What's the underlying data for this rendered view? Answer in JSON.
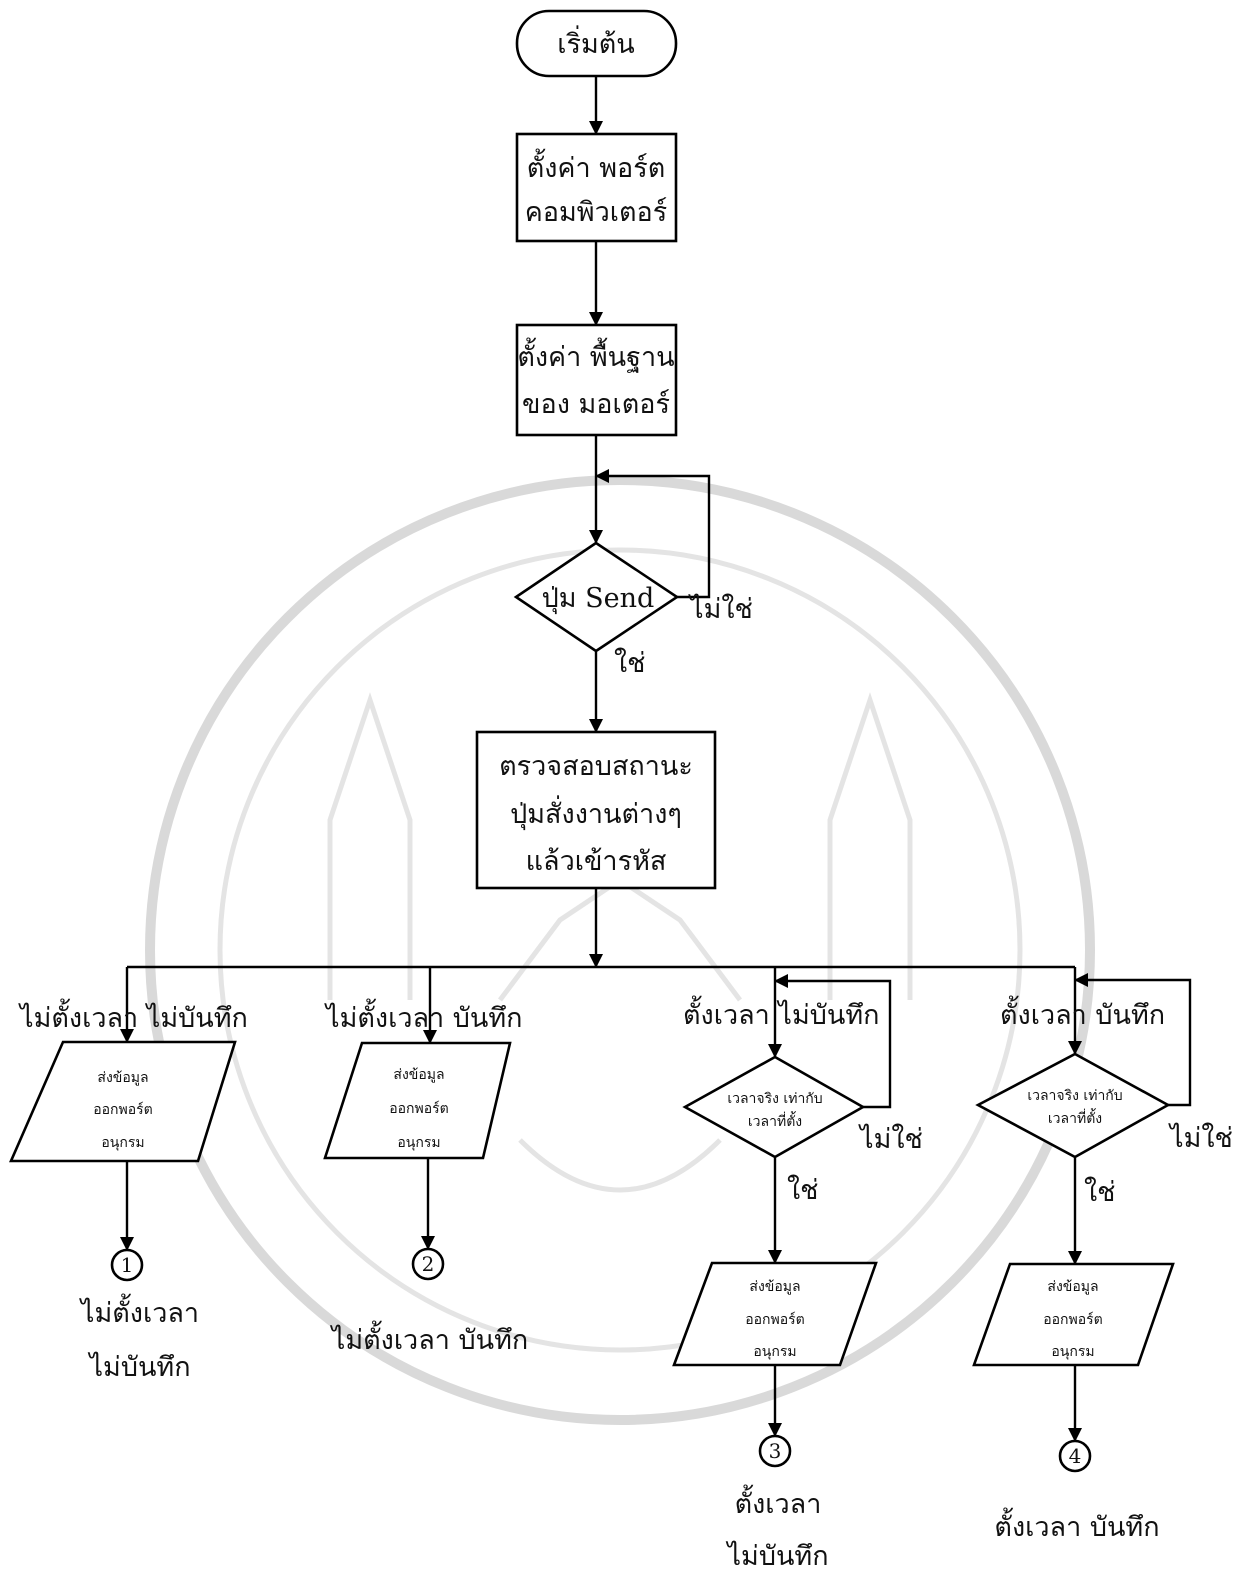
{
  "start": "เริ่มต้น",
  "step_port": [
    "ตั้งค่า  พอร์ต",
    "คอมพิวเตอร์"
  ],
  "step_motor": [
    "ตั้งค่า พื้นฐาน",
    "ของ มอเตอร์"
  ],
  "decision_send": "ปุ่ม Send",
  "label_yes": "ใช่",
  "label_no": "ไม่ใช่",
  "step_check": [
    "ตรวจสอบสถานะ",
    "ปุ่มสั่งงานต่างๆ",
    "แล้วเข้ารหัส"
  ],
  "branches": [
    {
      "label": "ไม่ตั้งเวลา ไม่บันทึก",
      "io": [
        "ส่งข้อมูล",
        "ออกพอร์ต",
        "อนุกรม"
      ],
      "connector": "1",
      "caption": [
        "ไม่ตั้งเวลา",
        "ไม่บันทึก"
      ]
    },
    {
      "label": "ไม่ตั้งเวลา บันทึก",
      "io": [
        "ส่งข้อมูล",
        "ออกพอร์ต",
        "อนุกรม"
      ],
      "connector": "2",
      "caption": [
        "ไม่ตั้งเวลา บันทึก"
      ]
    },
    {
      "label": "ตั้งเวลา ไม่บันทึก",
      "decision": [
        "เวลาจริง เท่ากับ",
        "เวลาที่ตั้ง"
      ],
      "io": [
        "ส่งข้อมูล",
        "ออกพอร์ต",
        "อนุกรม"
      ],
      "connector": "3",
      "caption": [
        "ตั้งเวลา",
        "ไม่บันทึก"
      ]
    },
    {
      "label": "ตั้งเวลา บันทึก",
      "decision": [
        "เวลาจริง เท่ากับ",
        "เวลาที่ตั้ง"
      ],
      "io": [
        "ส่งข้อมูล",
        "ออกพอร์ต",
        "อนุกรม"
      ],
      "connector": "4",
      "caption": [
        "ตั้งเวลา บันทึก"
      ]
    }
  ]
}
